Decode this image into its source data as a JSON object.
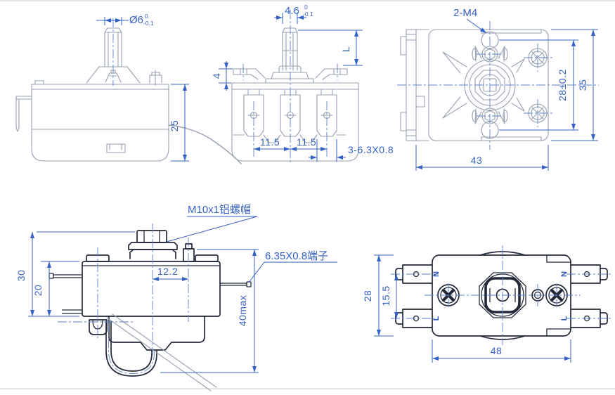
{
  "colors": {
    "dim": "#3560c4",
    "geometry_light": "#97a0b2",
    "geometry_dark": "#23293a",
    "centerline": "#5b82cc",
    "background": "#ffffff"
  },
  "views": {
    "side": {
      "dia": "Ø6",
      "tol_upper": "0",
      "tol_lower": "-0.1",
      "height": "25"
    },
    "front": {
      "shaft_width": "4.6",
      "tol_upper": "0",
      "tol_lower": "-0.1",
      "bracket_thickness": "4",
      "shaft_length": "L",
      "pitch_left": "11.5",
      "pitch_right": "11.5",
      "terminal_spec": "3-6.3X0.8"
    },
    "back": {
      "screw_note": "2-M4",
      "hole_pitch": "28±0.2",
      "height": "35",
      "width": "43"
    },
    "side_assembled": {
      "nut_note": "M10x1铝螺帽",
      "terminal_note": "6.35X0.8端子",
      "total_height": "30",
      "body_height": "20",
      "shaft_offset": "12.2",
      "probe_length": "40max"
    },
    "bottom": {
      "height": "28",
      "terminal_pitch": "15.5",
      "width": "48",
      "n_left": "N",
      "l_left": "L",
      "n_right": "N",
      "l_right": "L"
    }
  }
}
